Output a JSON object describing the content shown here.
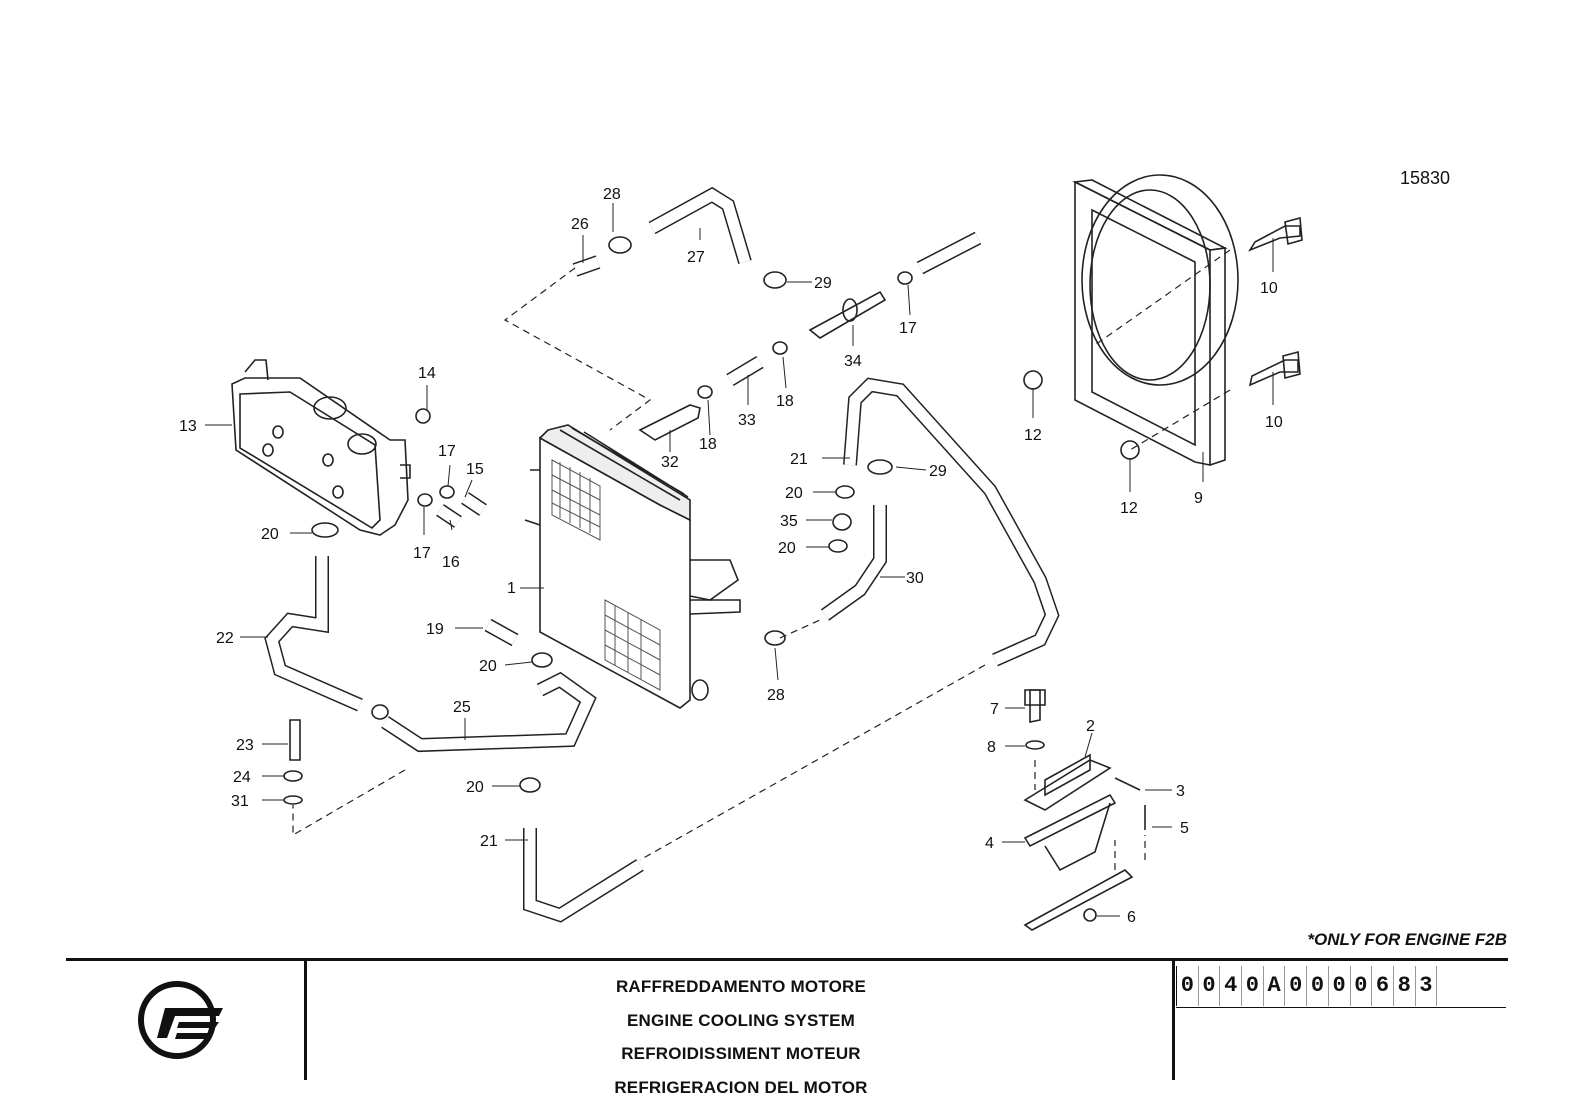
{
  "reference_number": "15830",
  "note": "*ONLY FOR ENGINE F2B",
  "titles": {
    "it": "RAFFREDDAMENTO MOTORE",
    "en": "ENGINE COOLING SYSTEM",
    "fr": "REFROIDISSIMENT MOTEUR",
    "es": "REFRIGERACION DEL MOTOR"
  },
  "code_digits": [
    "0",
    "0",
    "4",
    "0",
    "A",
    "0",
    "0",
    "0",
    "0",
    "6",
    "8",
    "3"
  ],
  "callouts": {
    "c1": "1",
    "c2": "2",
    "c3": "3",
    "c4": "4",
    "c5": "5",
    "c6": "6",
    "c7": "7",
    "c8": "8",
    "c9": "9",
    "c10a": "10",
    "c10b": "10",
    "c12a": "12",
    "c12b": "12",
    "c13": "13",
    "c14": "14",
    "c15": "15",
    "c16": "16",
    "c17a": "17",
    "c17b": "17",
    "c17c": "17",
    "c18a": "18",
    "c18b": "18",
    "c19": "19",
    "c20a": "20",
    "c20b": "20",
    "c20c": "20",
    "c20d": "20",
    "c20e": "20",
    "c21a": "21",
    "c21b": "21",
    "c22": "22",
    "c23": "23",
    "c24": "24",
    "c25": "25",
    "c26": "26",
    "c27": "27",
    "c28a": "28",
    "c28b": "28",
    "c29a": "29",
    "c29b": "29",
    "c30": "30",
    "c31": "31",
    "c32": "32",
    "c33": "33",
    "c34": "34",
    "c35": "35"
  }
}
